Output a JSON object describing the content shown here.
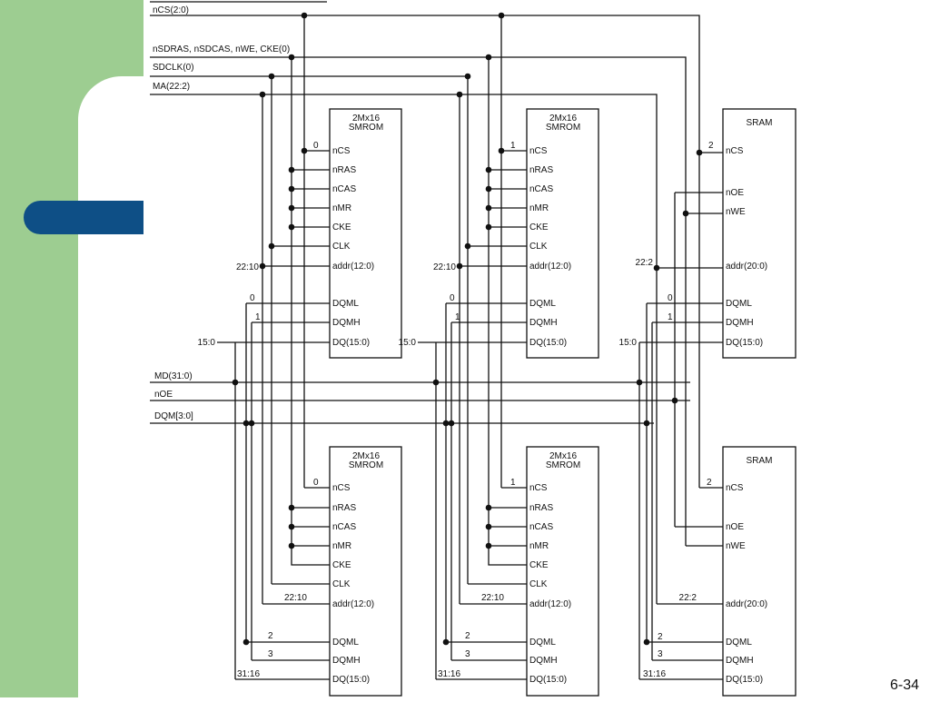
{
  "slide": {
    "page_number": "6-34",
    "colors": {
      "sidebar": "#9dcd91",
      "accent_tab": "#0e4f86",
      "line": "#111111"
    }
  },
  "buses": {
    "ncs": "nCS(2:0)",
    "ctrl": "nSDRAS, nSDCAS, nWE, CKE(0)",
    "sdclk": "SDCLK(0)",
    "ma": "MA(22:2)",
    "md": "MD(31:0)",
    "noe": "nOE",
    "dqm": "DQM[3:0]"
  },
  "smrom_pins": [
    "nCS",
    "nRAS",
    "nCAS",
    "nMR",
    "CKE",
    "CLK",
    "addr(12:0)",
    "DQML",
    "DQMH",
    "DQ(15:0)"
  ],
  "sram_pins": [
    "nCS",
    "nOE",
    "nWE",
    "addr(20:0)",
    "DQML",
    "DQMH",
    "DQ(15:0)"
  ],
  "chips": [
    {
      "id": "smrom-top-1",
      "title1": "2Mx16",
      "title2": "SMROM",
      "cs": "0",
      "addr": "22:10",
      "dqml": "0",
      "dqmh": "1",
      "dq": "15:0"
    },
    {
      "id": "smrom-top-2",
      "title1": "2Mx16",
      "title2": "SMROM",
      "cs": "1",
      "addr": "22:10",
      "dqml": "0",
      "dqmh": "1",
      "dq": "15:0"
    },
    {
      "id": "sram-top",
      "title1": "SRAM",
      "cs": "2",
      "addr": "22:2",
      "dqml": "0",
      "dqmh": "1",
      "dq": "15:0"
    },
    {
      "id": "smrom-bot-1",
      "title1": "2Mx16",
      "title2": "SMROM",
      "cs": "0",
      "addr": "22:10",
      "dqml": "2",
      "dqmh": "3",
      "dq": "31:16"
    },
    {
      "id": "smrom-bot-2",
      "title1": "2Mx16",
      "title2": "SMROM",
      "cs": "1",
      "addr": "22:10",
      "dqml": "2",
      "dqmh": "3",
      "dq": "31:16"
    },
    {
      "id": "sram-bot",
      "title1": "SRAM",
      "cs": "2",
      "addr": "22:2",
      "dqml": "2",
      "dqmh": "3",
      "dq": "31:16"
    }
  ]
}
